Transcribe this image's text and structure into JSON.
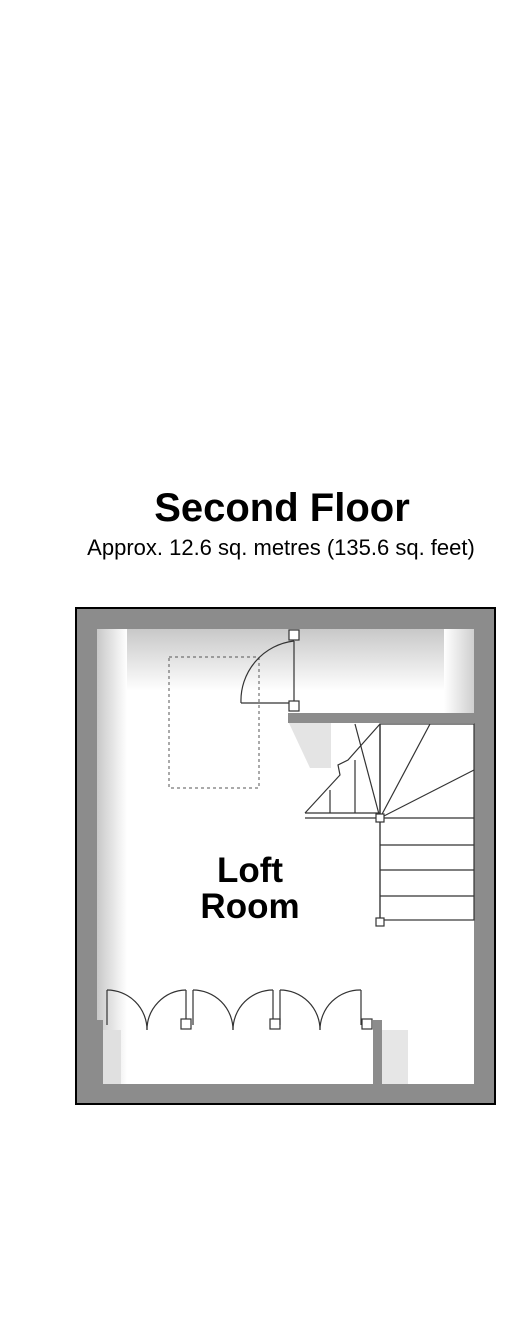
{
  "floor": {
    "title": "Second Floor",
    "area": "Approx. 12.6 sq. metres (135.6 sq. feet)"
  },
  "rooms": [
    {
      "line1": "Loft",
      "line2": "Room"
    }
  ],
  "colors": {
    "outer_wall": "#000000",
    "wall_fill": "#8c8c8c",
    "shadow": "#d4d4d4",
    "lines": "#444444"
  }
}
